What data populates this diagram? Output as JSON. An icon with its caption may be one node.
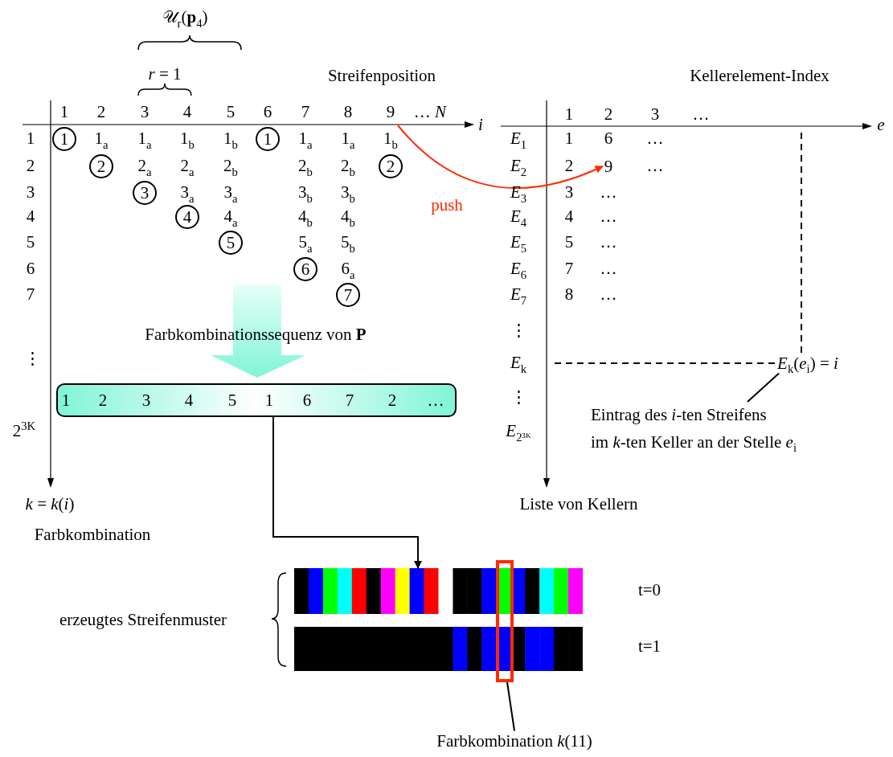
{
  "diagram": {
    "nodes": [
      {
        "text": [
          "1"
        ]
      },
      {
        "text": [
          "1"
        ]
      },
      {
        "text": [
          "2"
        ]
      },
      {
        "text": [
          "2"
        ]
      },
      {
        "text": [
          "3"
        ]
      },
      {
        "text": [
          "4"
        ]
      },
      {
        "text": [
          "5"
        ]
      },
      {
        "text": [
          "6"
        ]
      },
      {
        "text": [
          "7"
        ]
      },
      {
        "text": [
          "9"
        ]
      },
      {
        "text": [
          "1",
          "2",
          "3",
          "4",
          "5",
          "1",
          "6",
          "7",
          "2",
          "…"
        ]
      },
      {
        "text": [
          "*E*$_{k}$(*e*$_{i}$) = *i*"
        ]
      },
      {
        "text": [
          "Eintrag des *i*-ten Streifens im *k*-ten Keller an der Stelle *e*$_{i}$"
        ]
      },
      {
        "text": [],
        "shape": "bar"
      },
      {
        "text": [],
        "shape": "bar"
      },
      {
        "text": [],
        "shape": "box"
      },
      {
        "text": [
          "Farbkombination *k*(11)"
        ]
      }
    ],
    "edges": [
      {
        "from": null,
        "to": 9,
        "arrow": "to",
        "label": "push",
        "color": "#ff2a00"
      },
      {
        "from": 10,
        "to": 13,
        "arrow": "to"
      },
      {
        "from": null,
        "to": 11,
        "arrow": "none",
        "style": "dashed"
      },
      {
        "from": null,
        "to": 11,
        "arrow": "none",
        "style": "dashed"
      },
      {
        "from": 12,
        "to": 11,
        "arrow": "none"
      },
      {
        "from": 16,
        "to": 15,
        "arrow": "none"
      }
    ],
    "labels": [
      "𝒰$_{r}$(**p**$_{4}$)",
      "*r* = 1",
      "Streifenposition",
      "Kellerelement-Index",
      "1",
      "2",
      "3",
      "4",
      "5",
      "6",
      "7",
      "8",
      "9",
      "… *N*",
      "*i*",
      "1",
      "2",
      "3",
      "…",
      "*e*",
      "1",
      "1$_{a}$",
      "1$_{a}$",
      "1$_{b}$",
      "1$_{b}$",
      "1$_{a}$",
      "1$_{a}$",
      "1$_{b}$",
      "*E*$_{1}$",
      "1",
      "6",
      "…",
      "2",
      "2$_{a}$",
      "2$_{a}$",
      "2$_{b}$",
      "2$_{b}$",
      "2$_{b}$",
      "*E*$_{2}$",
      "2",
      "…",
      "3",
      "3$_{a}$",
      "3$_{a}$",
      "3$_{b}$",
      "3$_{b}$",
      "*E*$_{3}$",
      "3",
      "…",
      "4",
      "4$_{a}$",
      "4$_{b}$",
      "4$_{b}$",
      "*E*$_{4}$",
      "4",
      "…",
      "5",
      "5$_{a}$",
      "5$_{b}$",
      "*E*$_{5}$",
      "5",
      "…",
      "6",
      "6$_{a}$",
      "*E*$_{6}$",
      "7",
      "…",
      "7",
      "*E*$_{7}$",
      "8",
      "…",
      "Farbkombinationssequenz von **P**",
      "⋮",
      "⋮",
      "*E*$_{k}$",
      "⋮",
      "2$^{3K}$",
      "*E*$_{2³ᴷ}$",
      "*k* = *k*(*i*)",
      "Liste von Kellern",
      "Farbkombination",
      "erzeugtes Streifenmuster",
      "t=0",
      "t=1"
    ]
  }
}
